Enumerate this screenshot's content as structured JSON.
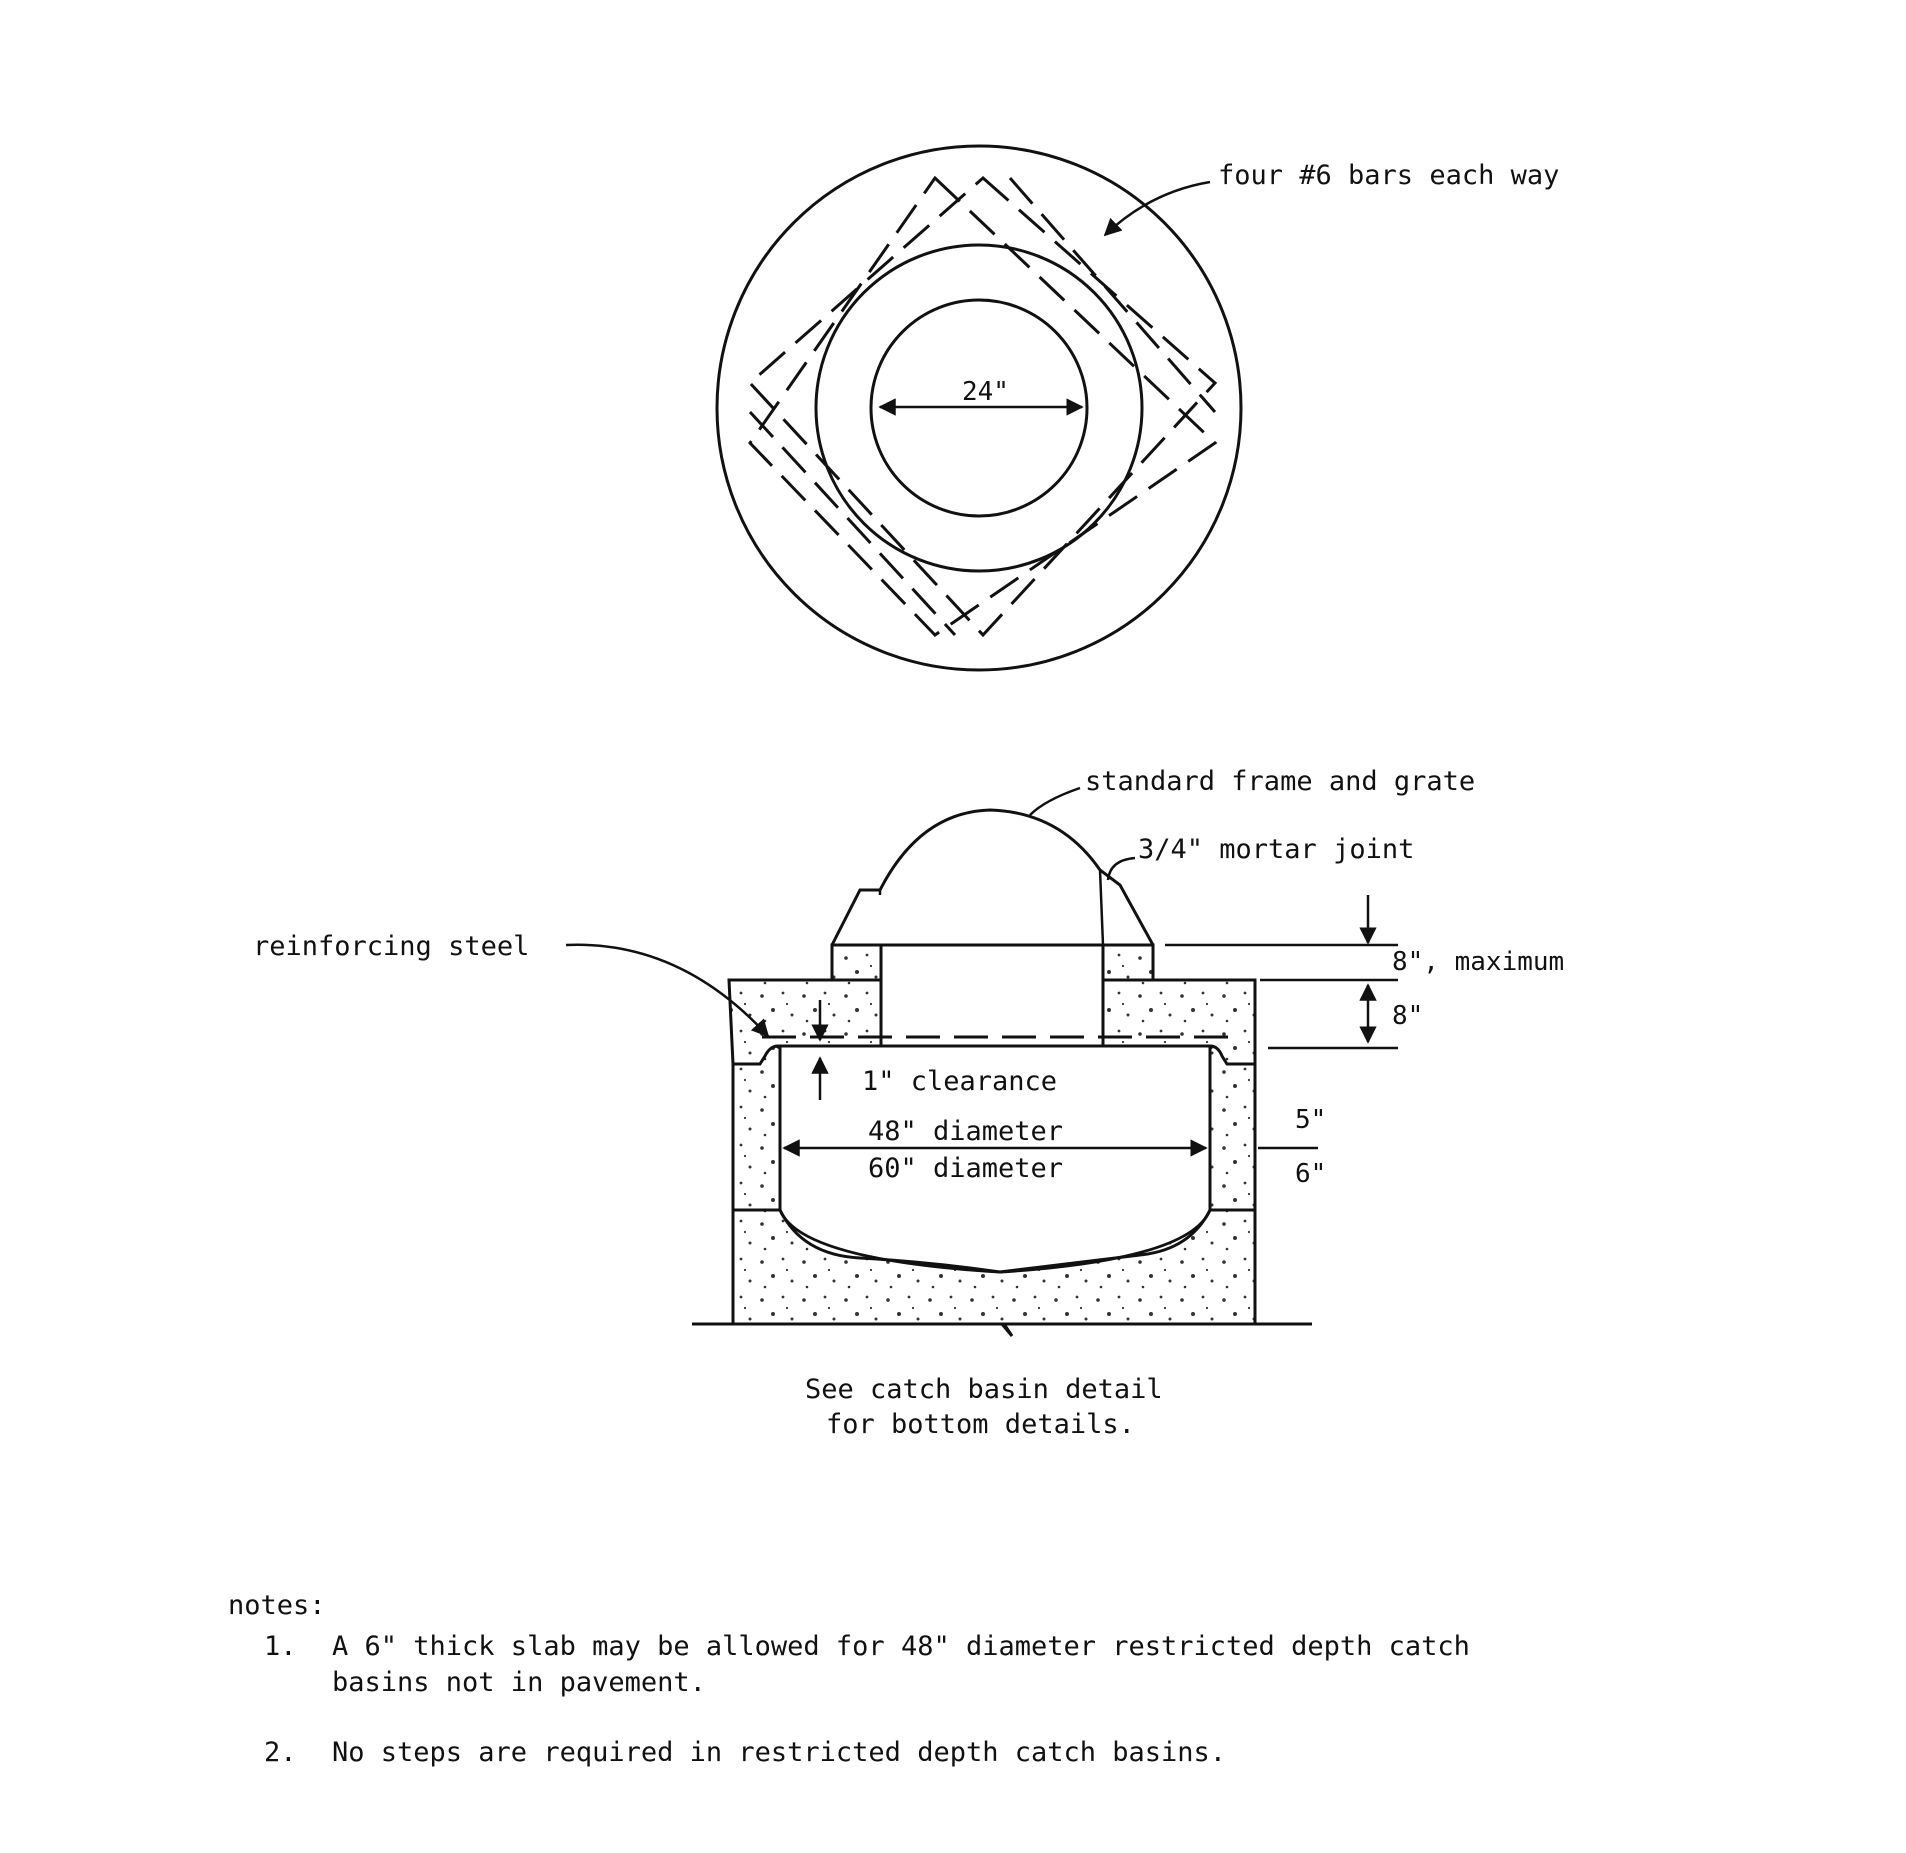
{
  "plan_view": {
    "bars_label": "four #6 bars each way",
    "opening_dim": "24\""
  },
  "section_view": {
    "frame_label": "standard frame and grate",
    "mortar_label": "3/4\" mortar joint",
    "steel_label": "reinforcing steel",
    "dim_max": "8\", maximum",
    "dim_slab": "8\"",
    "clearance": "1\" clearance",
    "dia_inner": "48\" diameter",
    "dia_outer": "60\" diameter",
    "dim_wall_a": "5\"",
    "dim_wall_b": "6\"",
    "caption_line1": "See catch basin detail",
    "caption_line2": "for bottom details."
  },
  "notes": {
    "heading": "notes:",
    "items": [
      {
        "num": "1.",
        "text": "A 6\" thick slab may be allowed for 48\" diameter restricted depth catch basins not in pavement."
      },
      {
        "num": "2.",
        "text": "No steps are required in restricted depth catch basins."
      }
    ]
  }
}
